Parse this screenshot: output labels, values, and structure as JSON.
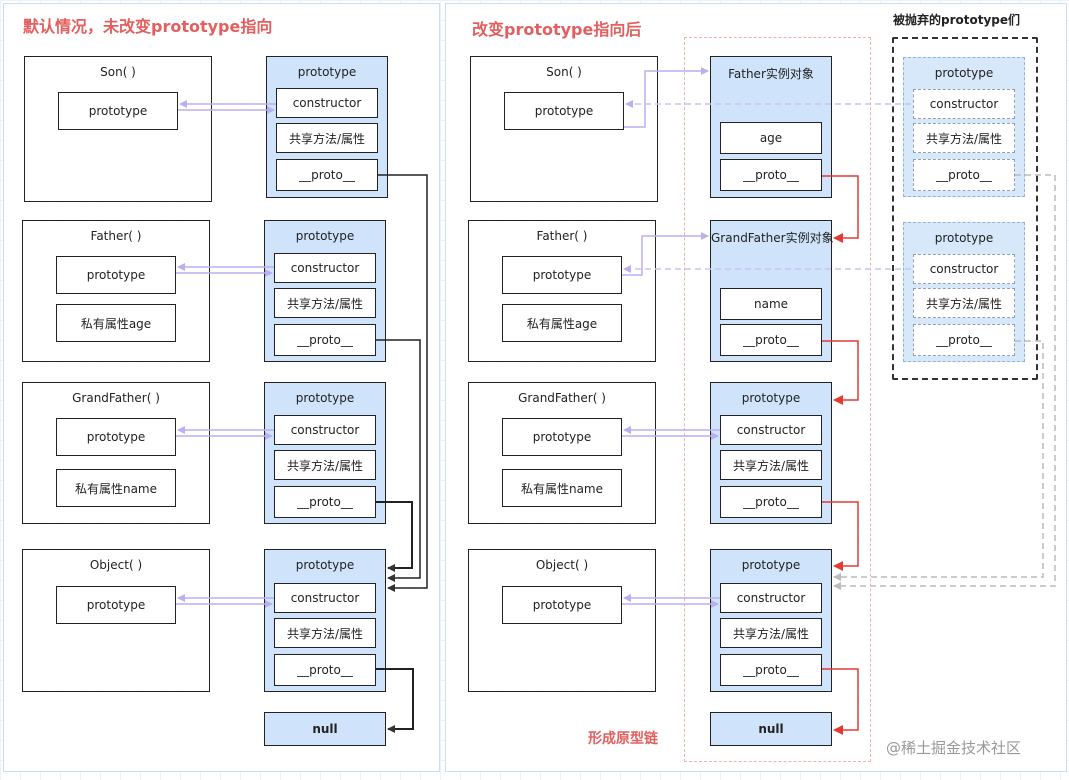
{
  "left": {
    "title": "默认情况，未改变prototype指向",
    "rows": [
      {
        "fn_name": "Son( )",
        "fn_prop": "prototype",
        "private": "",
        "proto_title": "prototype",
        "constructor": "constructor",
        "shared": "共享方法/属性",
        "proto": "__proto__"
      },
      {
        "fn_name": "Father( )",
        "fn_prop": "prototype",
        "private": "私有属性age",
        "proto_title": "prototype",
        "constructor": "constructor",
        "shared": "共享方法/属性",
        "proto": "__proto__"
      },
      {
        "fn_name": "GrandFather( )",
        "fn_prop": "prototype",
        "private": "私有属性name",
        "proto_title": "prototype",
        "constructor": "constructor",
        "shared": "共享方法/属性",
        "proto": "__proto__"
      },
      {
        "fn_name": "Object( )",
        "fn_prop": "prototype",
        "private": "",
        "proto_title": "prototype",
        "constructor": "constructor",
        "shared": "共享方法/属性",
        "proto": "__proto__"
      }
    ],
    "null_label": "null"
  },
  "right": {
    "title": "改变prototype指向后",
    "rows": [
      {
        "fn_name": "Son( )",
        "fn_prop": "prototype",
        "private": "",
        "inst_title": "Father实例对象",
        "inst_field": "age",
        "proto": "__proto__"
      },
      {
        "fn_name": "Father( )",
        "fn_prop": "prototype",
        "private": "私有属性age",
        "inst_title": "GrandFather实例对象",
        "inst_field": "name",
        "proto": "__proto__"
      },
      {
        "fn_name": "GrandFather( )",
        "fn_prop": "prototype",
        "private": "私有属性name",
        "proto_title": "prototype",
        "constructor": "constructor",
        "shared": "共享方法/属性",
        "proto": "__proto__"
      },
      {
        "fn_name": "Object( )",
        "fn_prop": "prototype",
        "private": "",
        "proto_title": "prototype",
        "constructor": "constructor",
        "shared": "共享方法/属性",
        "proto": "__proto__"
      }
    ],
    "null_label": "null",
    "chain_label": "形成原型链"
  },
  "abandoned": {
    "title": "被抛弃的prototype们",
    "boxes": [
      {
        "proto_title": "prototype",
        "constructor": "constructor",
        "shared": "共享方法/属性",
        "proto": "__proto__"
      },
      {
        "proto_title": "prototype",
        "constructor": "constructor",
        "shared": "共享方法/属性",
        "proto": "__proto__"
      }
    ]
  },
  "watermark": "@稀土掘金技术社区",
  "colors": {
    "title": "#e35f5f",
    "chain_arrow": "#e53935",
    "proto_fill": "#cfe4fb",
    "ref_arrow": "#b8b0f0",
    "abandoned_arrow": "#c0c0c0"
  }
}
